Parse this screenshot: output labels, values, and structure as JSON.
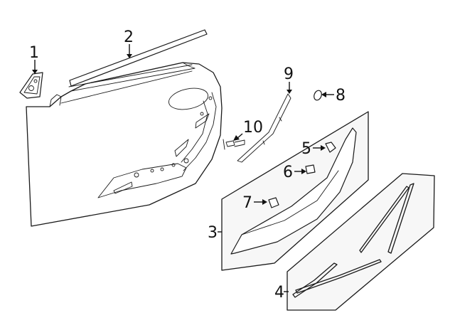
{
  "callouts": [
    {
      "id": "1",
      "text": "1"
    },
    {
      "id": "2",
      "text": "2"
    },
    {
      "id": "3",
      "text": "3"
    },
    {
      "id": "4",
      "text": "4"
    },
    {
      "id": "5",
      "text": "5"
    },
    {
      "id": "6",
      "text": "6"
    },
    {
      "id": "7",
      "text": "7"
    },
    {
      "id": "8",
      "text": "8"
    },
    {
      "id": "9",
      "text": "9"
    },
    {
      "id": "10",
      "text": "10"
    }
  ],
  "colors": {
    "line": "#1a1a1a",
    "panel_fill": "#f7f7f7",
    "background": "#ffffff"
  }
}
